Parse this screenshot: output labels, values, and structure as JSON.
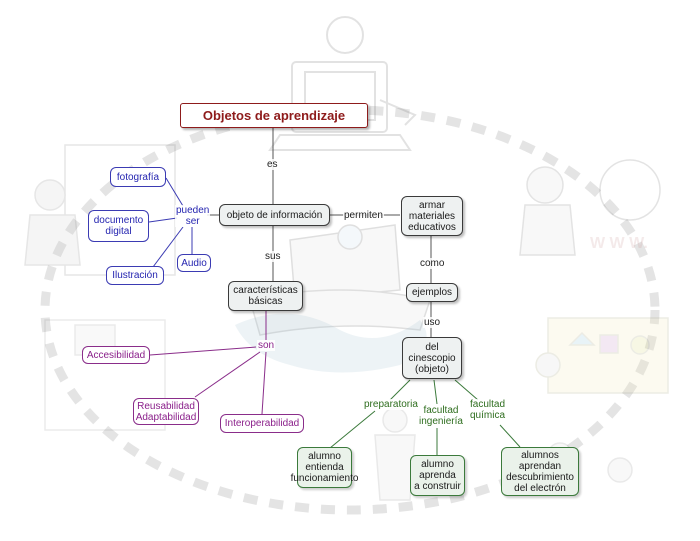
{
  "title": "Objetos de aprendizaje",
  "nodes": {
    "objeto": "objeto de información",
    "armar": "armar\nmateriales\neducativos",
    "caracteristicas": "características\nbásicas",
    "ejemplos": "ejemplos",
    "cinescopio": "del\ncinescopio\n(objeto)",
    "fotografia": "fotografía",
    "documento": "documento\ndigital",
    "ilustracion": "Ilustración",
    "audio": "Audio",
    "accesibilidad": "Accesibilidad",
    "reusabilidad": "Reusabilidad\nAdaptabilidad",
    "interoperabilidad": "Interoperabilidad",
    "alumno_funcionamiento": "alumno\nentienda\nfuncionamiento",
    "alumno_construir": "alumno\naprenda\na construir",
    "alumnos_electron": "alumnos\naprendan\ndescubrimiento\ndel electrón"
  },
  "links": {
    "es": "es",
    "pueden_ser": "pueden\nser",
    "permiten": "permiten",
    "sus": "sus",
    "como": "como",
    "uso": "uso",
    "son": "son",
    "preparatoria": "preparatoria",
    "ingenieria": "facultad\ningeniería",
    "quimica": "facultad\nquímica"
  },
  "colors": {
    "gray_line": "#555555",
    "blue": "#3b3bb3",
    "purple": "#8a2d8a",
    "green": "#3b7a3b",
    "title": "#8e1b1b"
  },
  "background_icons": [
    "computer-cartoon",
    "student-desk-cartoon",
    "www-globe-cartoon",
    "classroom-cartoon",
    "teacher-board-cartoon",
    "kids-cartoon",
    "child-reading-cartoon",
    "ocean-wave-cartoon"
  ]
}
